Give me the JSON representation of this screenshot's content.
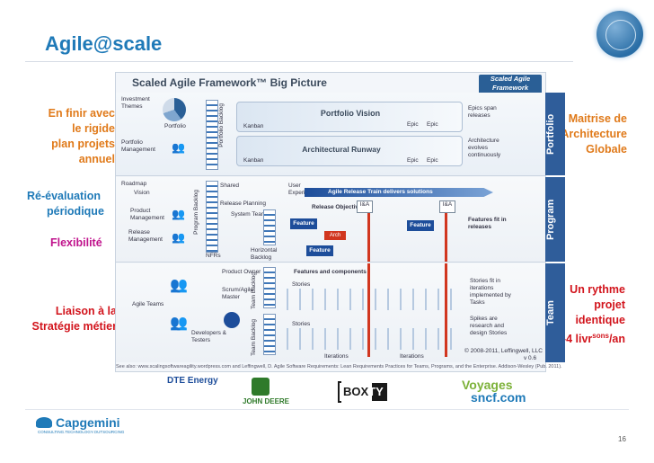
{
  "slide": {
    "title": "Agile@scale",
    "page_number": "16"
  },
  "left_notes": [
    {
      "lines": [
        "En finir avec",
        "le rigide",
        "plan projets",
        "annuel"
      ],
      "color": "#e07a1a"
    },
    {
      "lines": [
        "Ré-évaluation",
        "périodique"
      ],
      "color": "#1f7ab8"
    },
    {
      "lines": [
        "Flexibilité"
      ],
      "color": "#c0138c"
    },
    {
      "lines": [
        "Liaison à la",
        "Stratégie métier"
      ],
      "color": "#d2141c"
    }
  ],
  "right_notes": {
    "architecture": [
      "Maitrise de",
      "l'Architecture",
      "Globale"
    ],
    "rhythm": [
      "Un rythme",
      "projet",
      "identique"
    ],
    "rhythm_last_pre": "3-4 livr",
    "rhythm_last_sup": "sons",
    "rhythm_last_post": "/an"
  },
  "framework": {
    "title": "Scaled Agile Framework™ Big Picture",
    "logo_text": "Scaled Agile Framework",
    "levels": {
      "portfolio": "Portfolio",
      "program": "Program",
      "team": "Team"
    },
    "portfolio": {
      "investment_themes": "Investment Themes",
      "portfolio_label": "Portfolio",
      "portfolio_management": "Portfolio Management",
      "portfolio_backlog": "Portfolio Backlog",
      "portfolio_vision": "Portfolio Vision",
      "architectural_runway": "Architectural Runway",
      "kanban": "Kanban",
      "epic": "Epic",
      "epics_span": "Epics span releases",
      "architecture_evolves": "Architecture evolves continuously"
    },
    "program": {
      "roadmap": "Roadmap",
      "vision": "Vision",
      "product_management": "Product Management",
      "release_management": "Release Management",
      "program_backlog": "Program Backlog",
      "nfrs": "NFRs",
      "release_planning": "Release Planning",
      "system_team": "System Team",
      "shared": "Shared",
      "user_experience": "User Experience",
      "art": "Agile Release Train delivers solutions",
      "release_objectives": "Release Objectives",
      "feature": "Feature",
      "arch": "Arch",
      "features_fit": "Features fit in releases",
      "ip": "I&A",
      "horizontal_backlog": "Horizontal Backlog"
    },
    "team": {
      "product_owner": "Product Owner",
      "scrum_master": "Scrum/Agile Master",
      "agile_teams": "Agile Teams",
      "developers_testers": "Developers & Testers",
      "team_backlog": "Team Backlog",
      "features_components": "Features and components",
      "stories": "Stories",
      "spikes": "Spikes",
      "iterations": "Iterations",
      "stories_note": "Stories fit in iterations implemented by Tasks",
      "spikes_note": "Spikes are research and design Stories",
      "copyright": "© 2008-2011, Leffingwell, LLC",
      "version": "v 0.6"
    },
    "caption": "See also: www.scalingsoftwareagility.wordpress.com and Leffingwell, D. Agile Software Requirements: Lean Requirements Practices for Teams, Programs, and the Enterprise. Addison-Wesley (Pub. 2011)."
  },
  "sponsors": [
    {
      "name": "DTE Energy",
      "color": "#1d4d9a"
    },
    {
      "name": "JOHN DEERE",
      "color": "#2f7a2a"
    },
    {
      "name": "DARTY",
      "color": "#ffffff",
      "bg": "#1a1a1a"
    },
    {
      "name": "BOX",
      "color": "#1a1a1a",
      "bg": "#ffffff"
    },
    {
      "name": "Voyages",
      "color": "#7db23a"
    },
    {
      "name": "sncf.com",
      "color": "#1f7ab8"
    }
  ],
  "footer_logo": {
    "name": "Capgemini",
    "tagline": "CONSULTING.TECHNOLOGY.OUTSOURCING",
    "color": "#1f7ab8"
  },
  "colors": {
    "accent": "#1f7ab8",
    "portfolio_tab": "#2f5d9a",
    "program_tab": "#2f5d9a",
    "team_tab": "#2f5d9a"
  }
}
